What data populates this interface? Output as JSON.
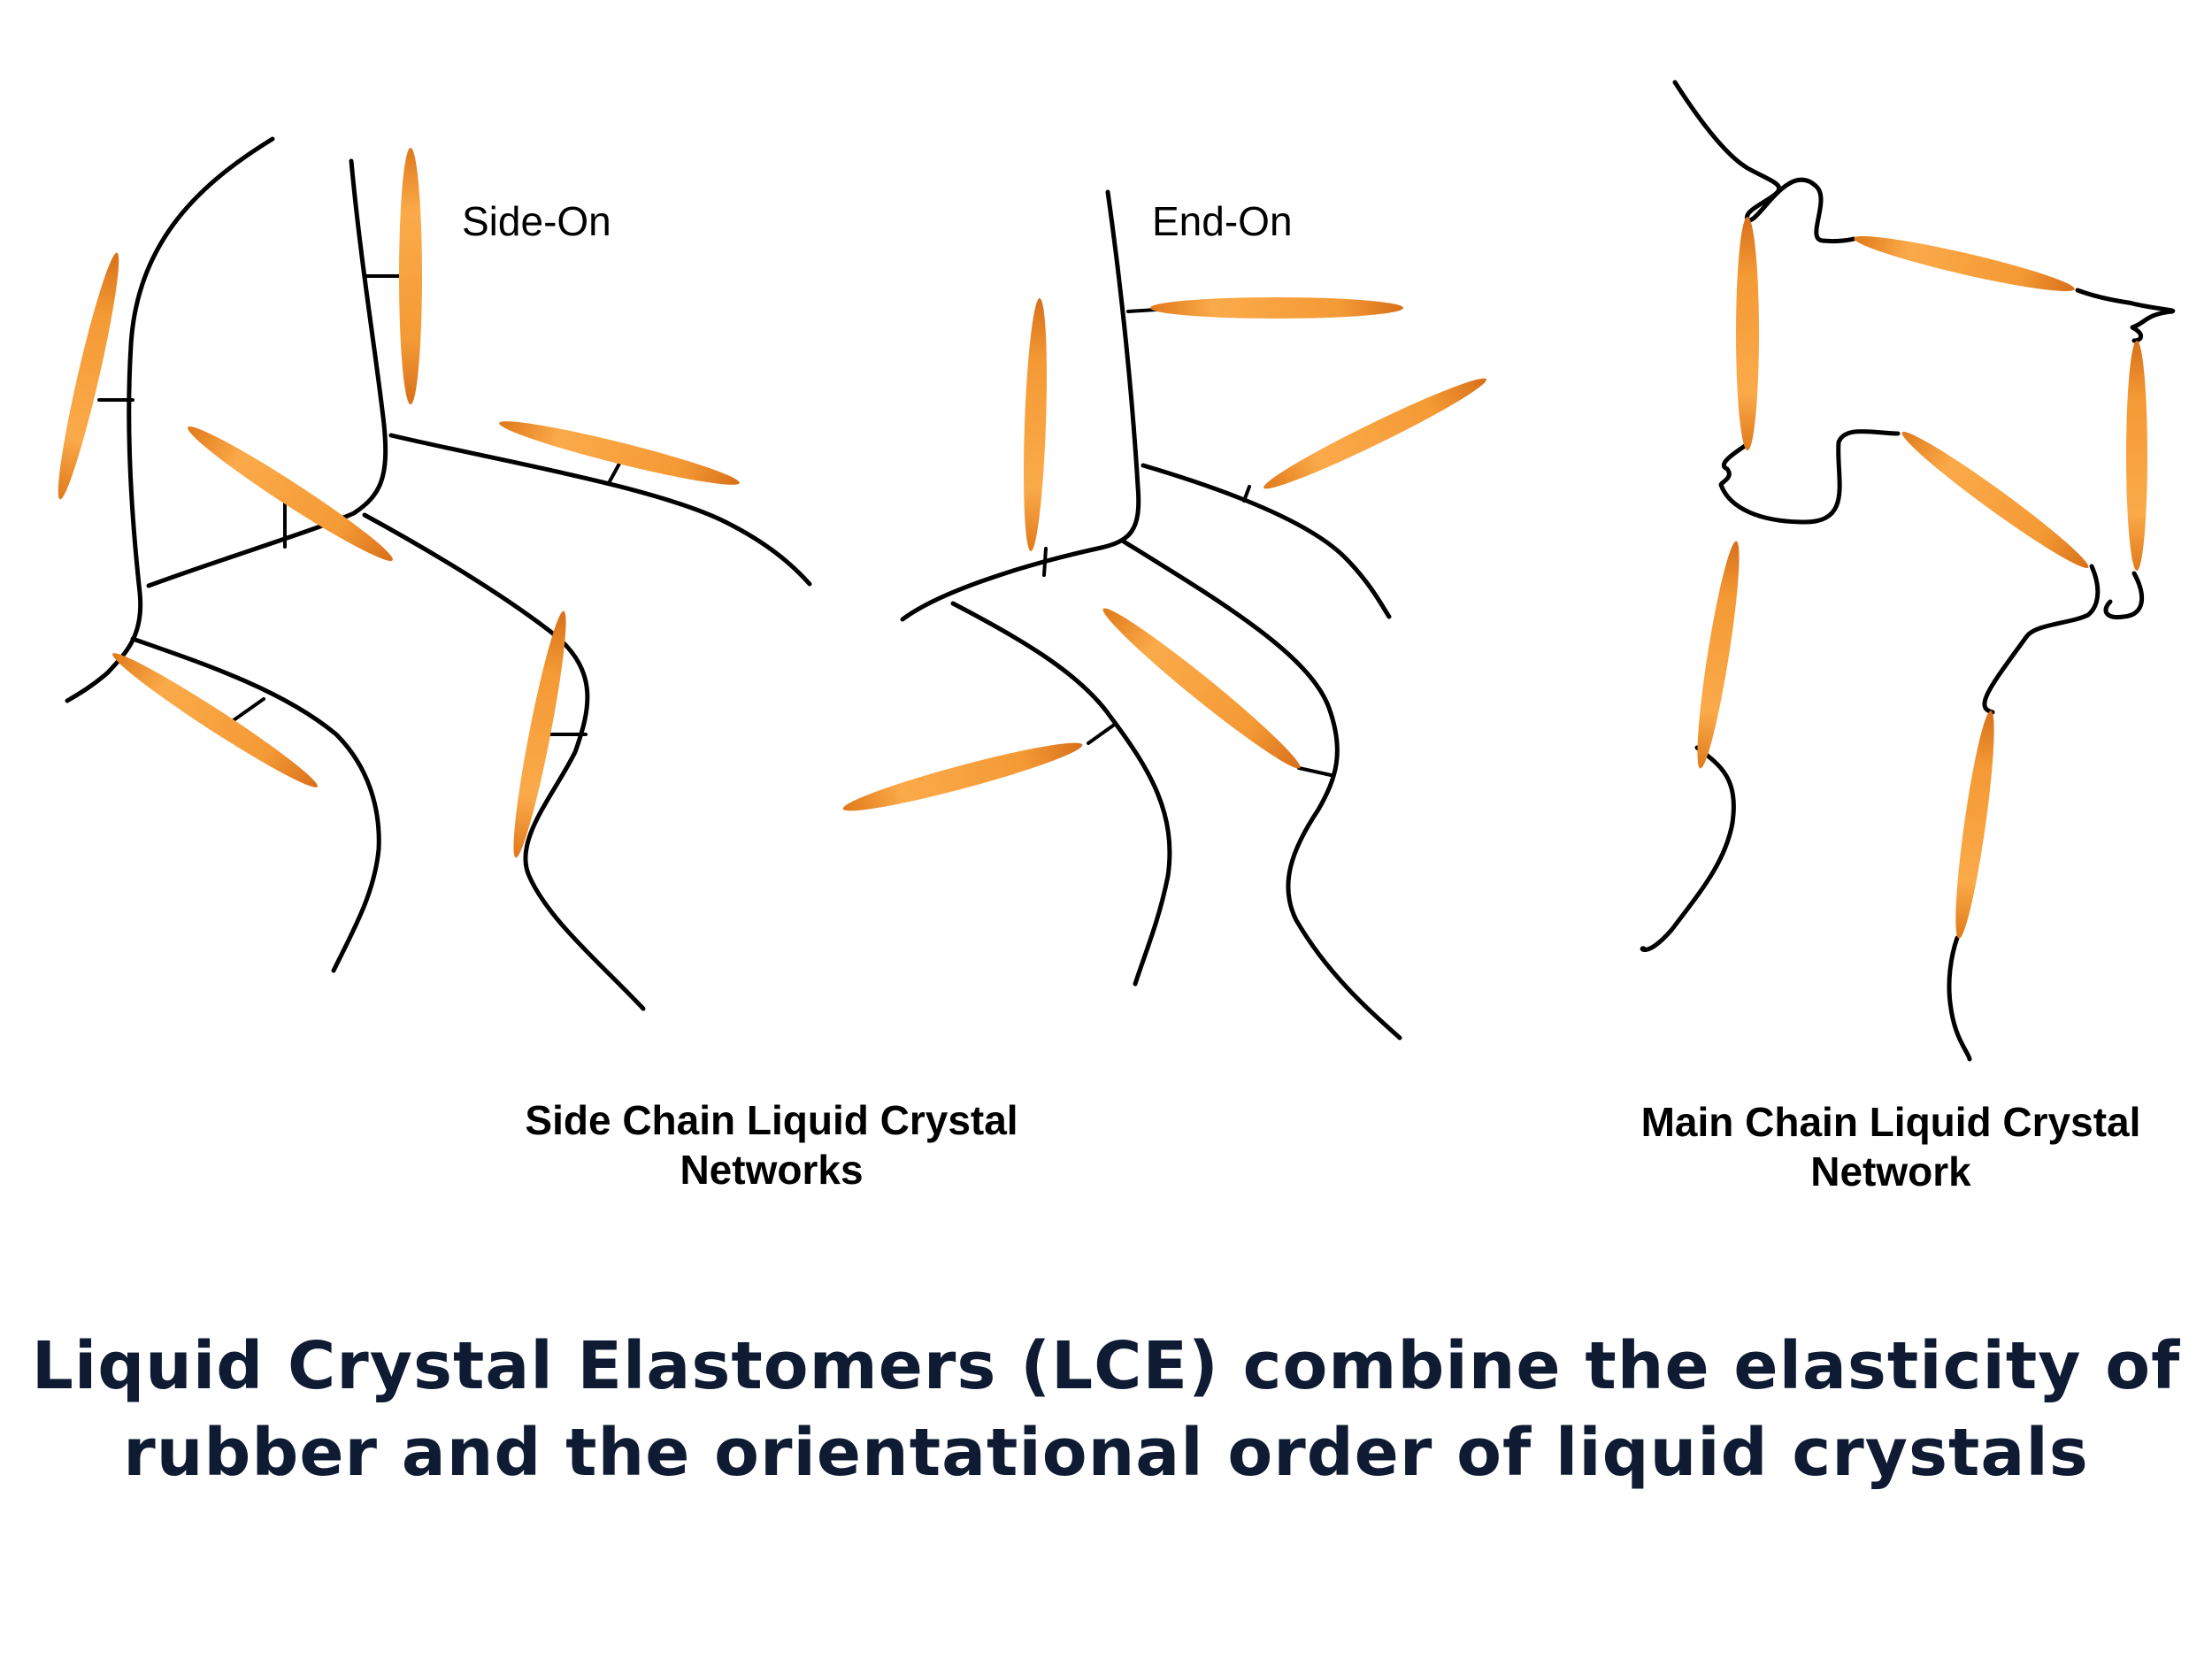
{
  "labels": {
    "side_on": "Side-On",
    "end_on": "End-On",
    "side_chain_line1": "Side Chain Liquid Crystal",
    "side_chain_line2": "Networks",
    "main_chain_line1": "Main Chain Liquid Crystal",
    "main_chain_line2": "Network"
  },
  "headline": {
    "line1": "Liquid Crystal Elastomers (LCE) combine the elasticity of",
    "line2": "rubber and the orientational order of liquid crystals"
  },
  "colors": {
    "mesogen_light": "#fbaa4a",
    "mesogen_dark": "#e07a1a",
    "chain": "#000000",
    "headline": "#0f1b33"
  }
}
